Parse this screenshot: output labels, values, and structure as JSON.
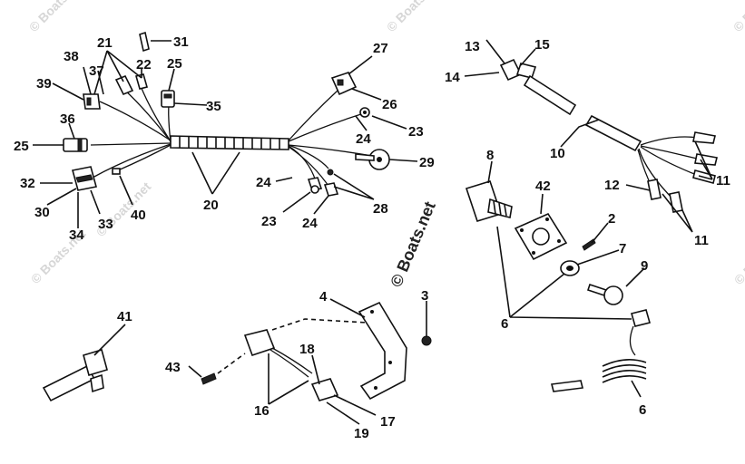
{
  "watermark": {
    "main": "© Boats.net",
    "faint": "© Boats.net"
  },
  "callouts": {
    "c2": "2",
    "c3": "3",
    "c4": "4",
    "c6a": "6",
    "c6b": "6",
    "c7": "7",
    "c8": "8",
    "c9": "9",
    "c10": "10",
    "c11a": "11",
    "c11b": "11",
    "c12": "12",
    "c13": "13",
    "c14": "14",
    "c15": "15",
    "c16": "16",
    "c17": "17",
    "c18": "18",
    "c19": "19",
    "c20": "20",
    "c21": "21",
    "c22": "22",
    "c23a": "23",
    "c23b": "23",
    "c24a": "24",
    "c24b": "24",
    "c24c": "24",
    "c25a": "25",
    "c25b": "25",
    "c26": "26",
    "c27": "27",
    "c28": "28",
    "c29": "29",
    "c30": "30",
    "c31": "31",
    "c32": "32",
    "c33": "33",
    "c34": "34",
    "c35": "35",
    "c36": "36",
    "c37": "37",
    "c38": "38",
    "c39": "39",
    "c40": "40",
    "c41": "41",
    "c42": "42",
    "c43": "43"
  }
}
